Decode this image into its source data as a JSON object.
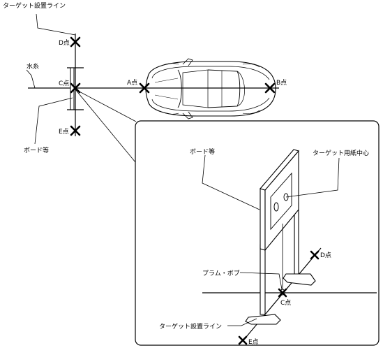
{
  "labels": {
    "target_line_top": "ターゲット設置ライン",
    "point_d_top": "D点",
    "water_line": "水糸",
    "point_c_top": "C点",
    "point_a": "A点",
    "point_b": "B点",
    "point_e_top": "E点",
    "board_left": "ボード等",
    "board_detail": "ボード等",
    "target_paper_center": "ターゲット用紙中心",
    "point_d_detail": "D点",
    "plumb_bob": "プラム・ボブ",
    "point_c_detail": "C点",
    "target_line_detail": "ターゲット設置ライン",
    "point_e_detail": "E点"
  }
}
